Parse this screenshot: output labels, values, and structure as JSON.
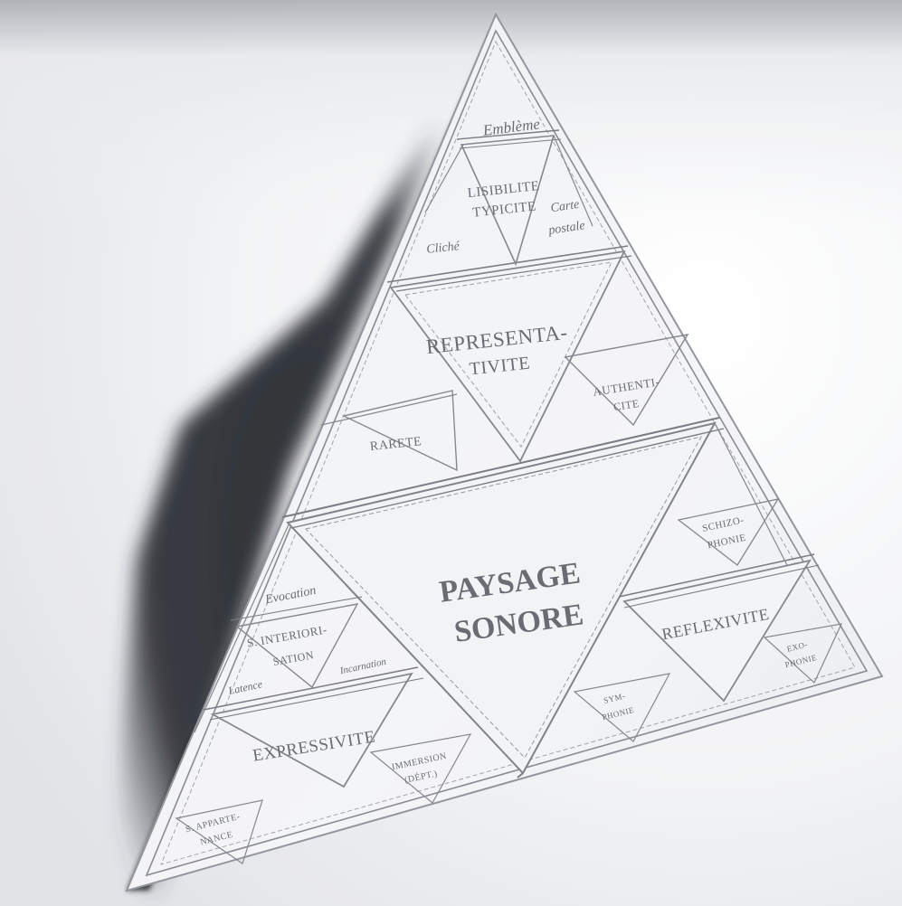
{
  "labels": {
    "embleme": "Emblème",
    "lisibilite": "LISIBILITE",
    "typicite": "TYPICITE",
    "carte": "Carte",
    "postale": "postale",
    "cliche": "Cliché",
    "representa": "REPRESENTA-",
    "tivite": "TIVITE",
    "authenti": "AUTHENTI-",
    "cite": "CITE",
    "rarete": "RARETE",
    "paysage": "PAYSAGE",
    "sonore": "SONORE",
    "evocation": "Evocation",
    "s_interiori": "S. INTERIORI-",
    "sation": "SATION",
    "latence": "Latence",
    "incarnation": "Incarnation",
    "expressivite": "EXPRESSIVITE",
    "immersion": "IMMERSION",
    "dept": "(DÉPT.)",
    "s_apparte": "S. APPARTE-",
    "nance": "NANCE",
    "schizo": "SCHIZO-",
    "phonie": "PHONIE",
    "reflexivite": "REFLEXIVITE",
    "exo": "EXO-",
    "phonie2": "PHONIE",
    "sym": "SYM-",
    "phonie3": "PHONIE"
  }
}
